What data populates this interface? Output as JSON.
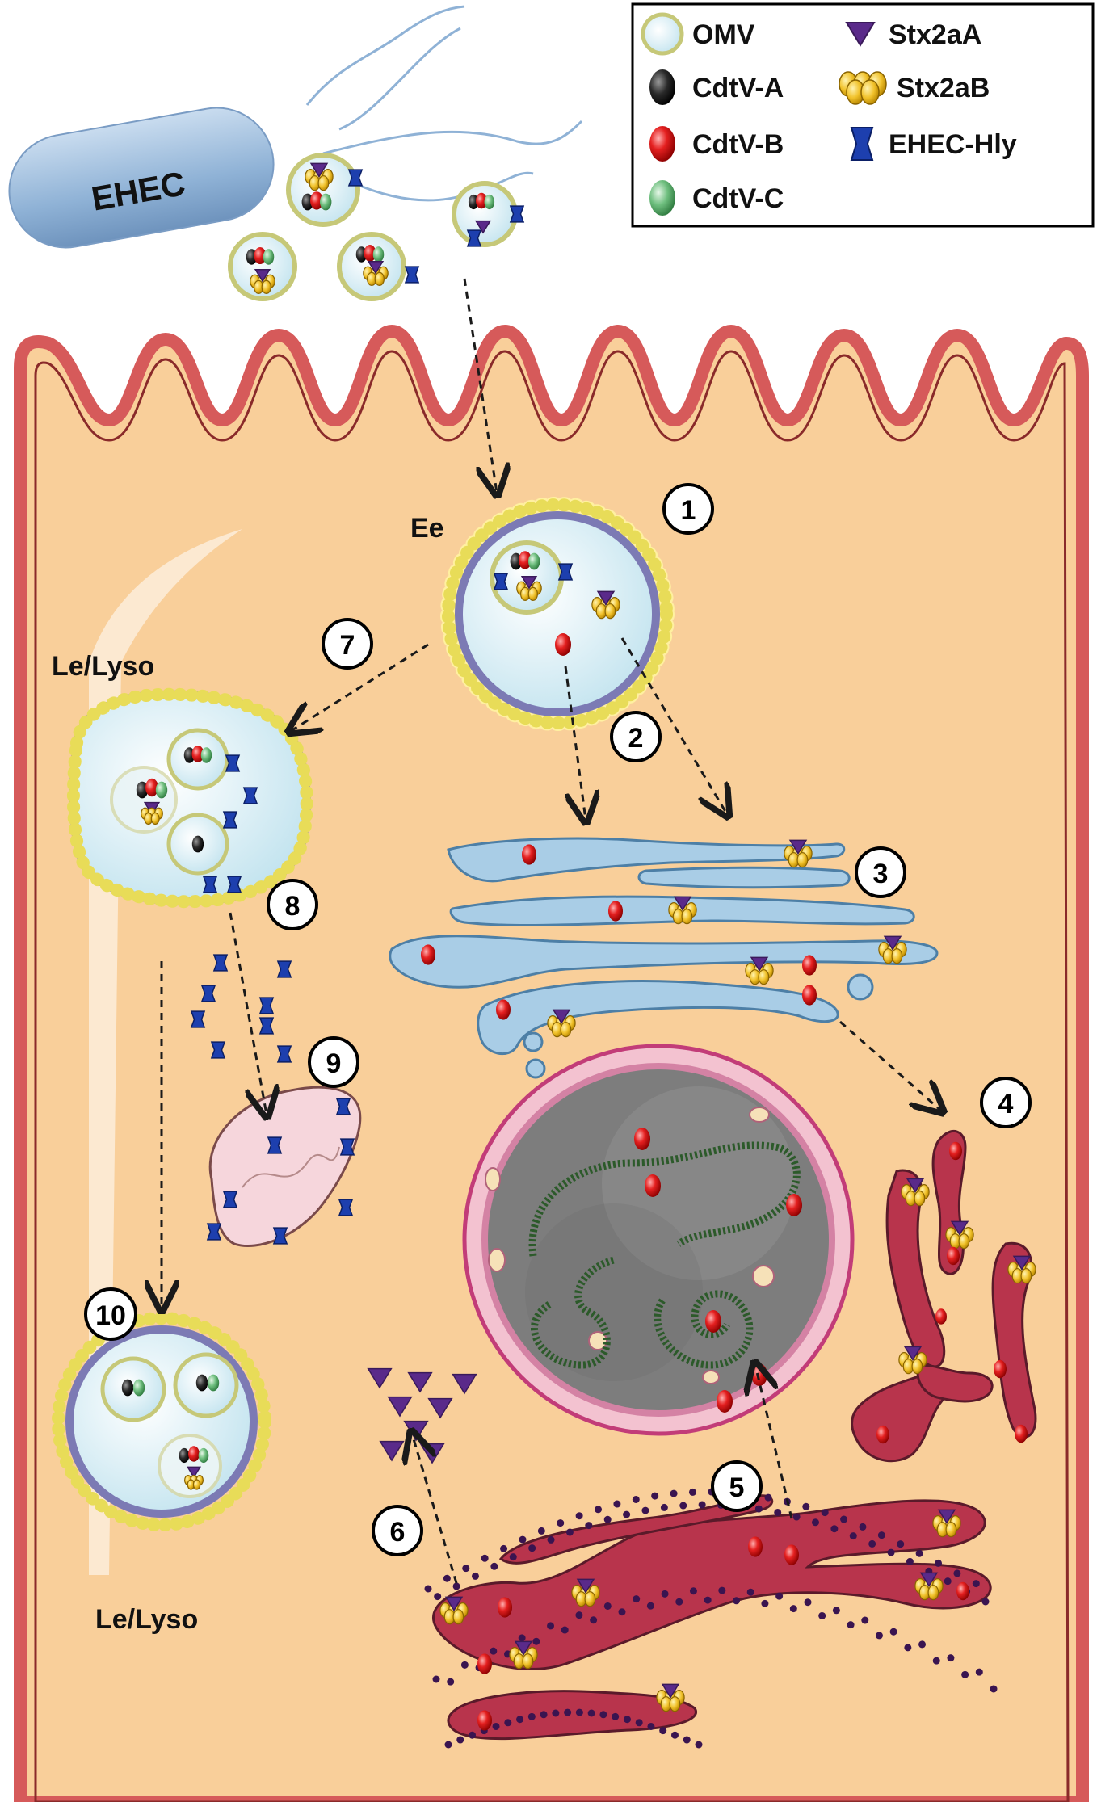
{
  "figure": {
    "bacterium_label": "EHEC",
    "compartment_labels": {
      "early_endosome": "Ee",
      "late_endosome_lysosome_top": "Le/Lyso",
      "late_endosome_lysosome_bottom": "Le/Lyso"
    },
    "step_numbers": [
      "1",
      "2",
      "3",
      "4",
      "5",
      "6",
      "7",
      "8",
      "9",
      "10"
    ]
  },
  "legend": {
    "items": [
      {
        "label": "OMV",
        "icon": "omv-icon"
      },
      {
        "label": "Stx2aA",
        "icon": "stx2aa-triangle-icon"
      },
      {
        "label": "CdtV-A",
        "icon": "cdtv-a-icon"
      },
      {
        "label": "Stx2aB",
        "icon": "stx2ab-pentamer-icon"
      },
      {
        "label": "CdtV-B",
        "icon": "cdtv-b-icon"
      },
      {
        "label": "EHEC-Hly",
        "icon": "ehec-hly-icon"
      },
      {
        "label": "CdtV-C",
        "icon": "cdtv-c-icon"
      }
    ]
  },
  "colors": {
    "cell_fill": "#f9cf9a",
    "cell_membrane": "#d65a5a",
    "omv_fill": "#d4ecf4",
    "cdtv_a": "#2a2a2a",
    "cdtv_b": "#e01818",
    "cdtv_c": "#6fbf7f",
    "stx2aa": "#5a2a8a",
    "stx2ab": "#f1c22b",
    "ehec_hly": "#1d3fae",
    "golgi": "#a9cde6",
    "nucleus": "#7d7d7d",
    "er": "#b8344c",
    "mitochondrion": "#f6d6dc"
  }
}
